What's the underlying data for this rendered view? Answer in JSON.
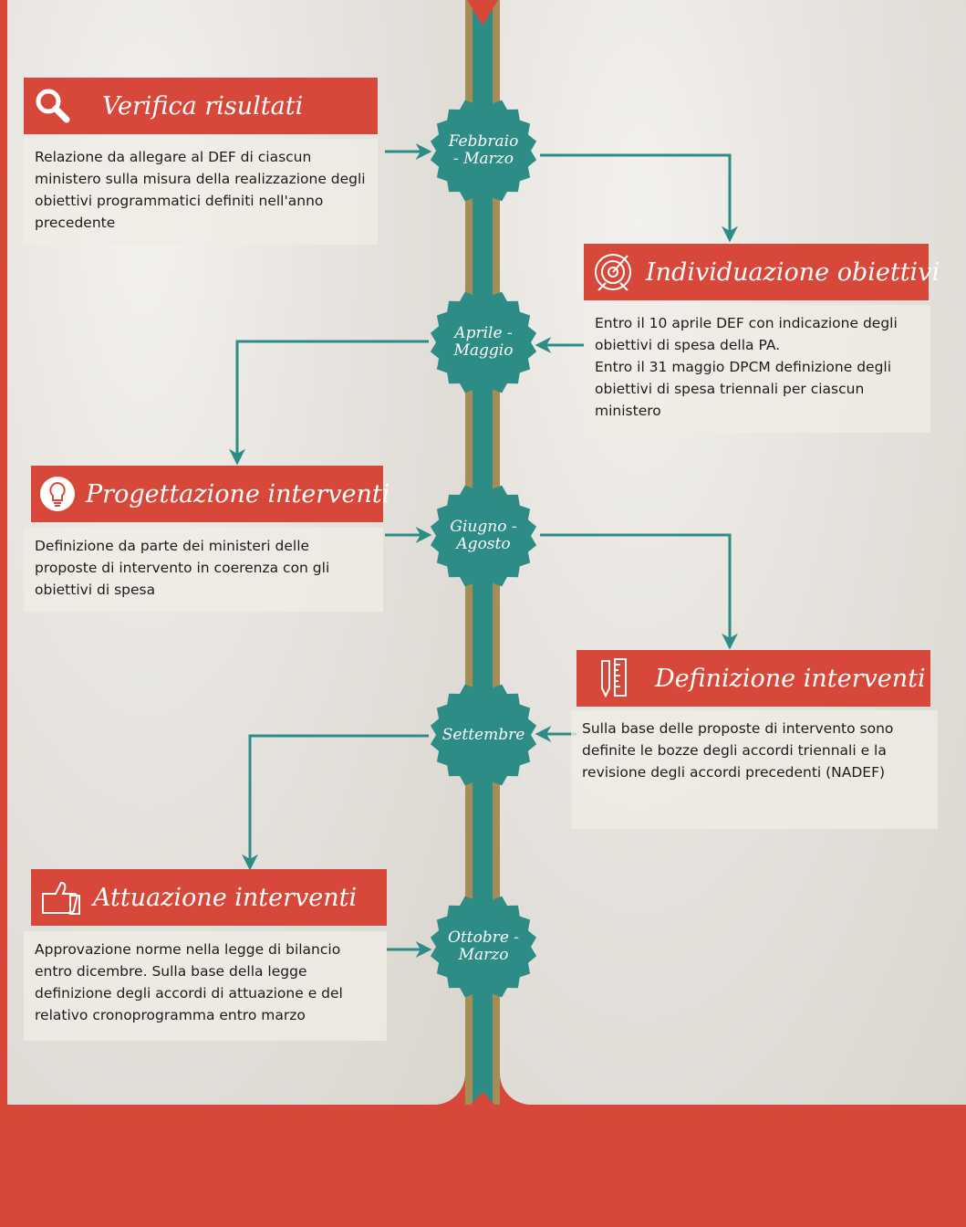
{
  "steps": [
    {
      "title": "Verifica risultati",
      "icon": "magnifier-icon",
      "period": "Febbraio\n- Marzo",
      "description": "Relazione da allegare al DEF di ciascun ministero sulla misura  della realizzazione degli obiettivi programmatici definiti nell'anno precedente"
    },
    {
      "title": "Individuazione obiettivi",
      "icon": "target-icon",
      "period": "Aprile -\nMaggio",
      "description": "Entro  il 10 aprile DEF con indicazione degli obiettivi di spesa della PA.\nEntro il 31 maggio DPCM definizione degli obiettivi di  spesa triennali per ciascun ministero"
    },
    {
      "title": "Progettazione interventi",
      "icon": "lightbulb-icon",
      "period": "Giugno -\nAgosto",
      "description": "Definizione da parte dei ministeri delle proposte  di intervento in coerenza con gli obiettivi di spesa"
    },
    {
      "title": "Definizione interventi",
      "icon": "pencil-ruler-icon",
      "period": "Settembre",
      "description": "Sulla base delle proposte di intervento sono definite le bozze degli accordi triennali e la revisione degli accordi precedenti (NADEF)"
    },
    {
      "title": "Attuazione interventi",
      "icon": "thumbs-up-icon",
      "period": "Ottobre -\nMarzo",
      "description": "Approvazione norme nella legge di bilancio entro dicembre. Sulla base della legge definizione degli accordi di attuazione e del relativo cronoprogramma entro marzo"
    }
  ],
  "colors": {
    "red": "#d7483a",
    "teal": "#2d8c86",
    "gold": "#a58d55",
    "paper": "#e6e3de"
  }
}
